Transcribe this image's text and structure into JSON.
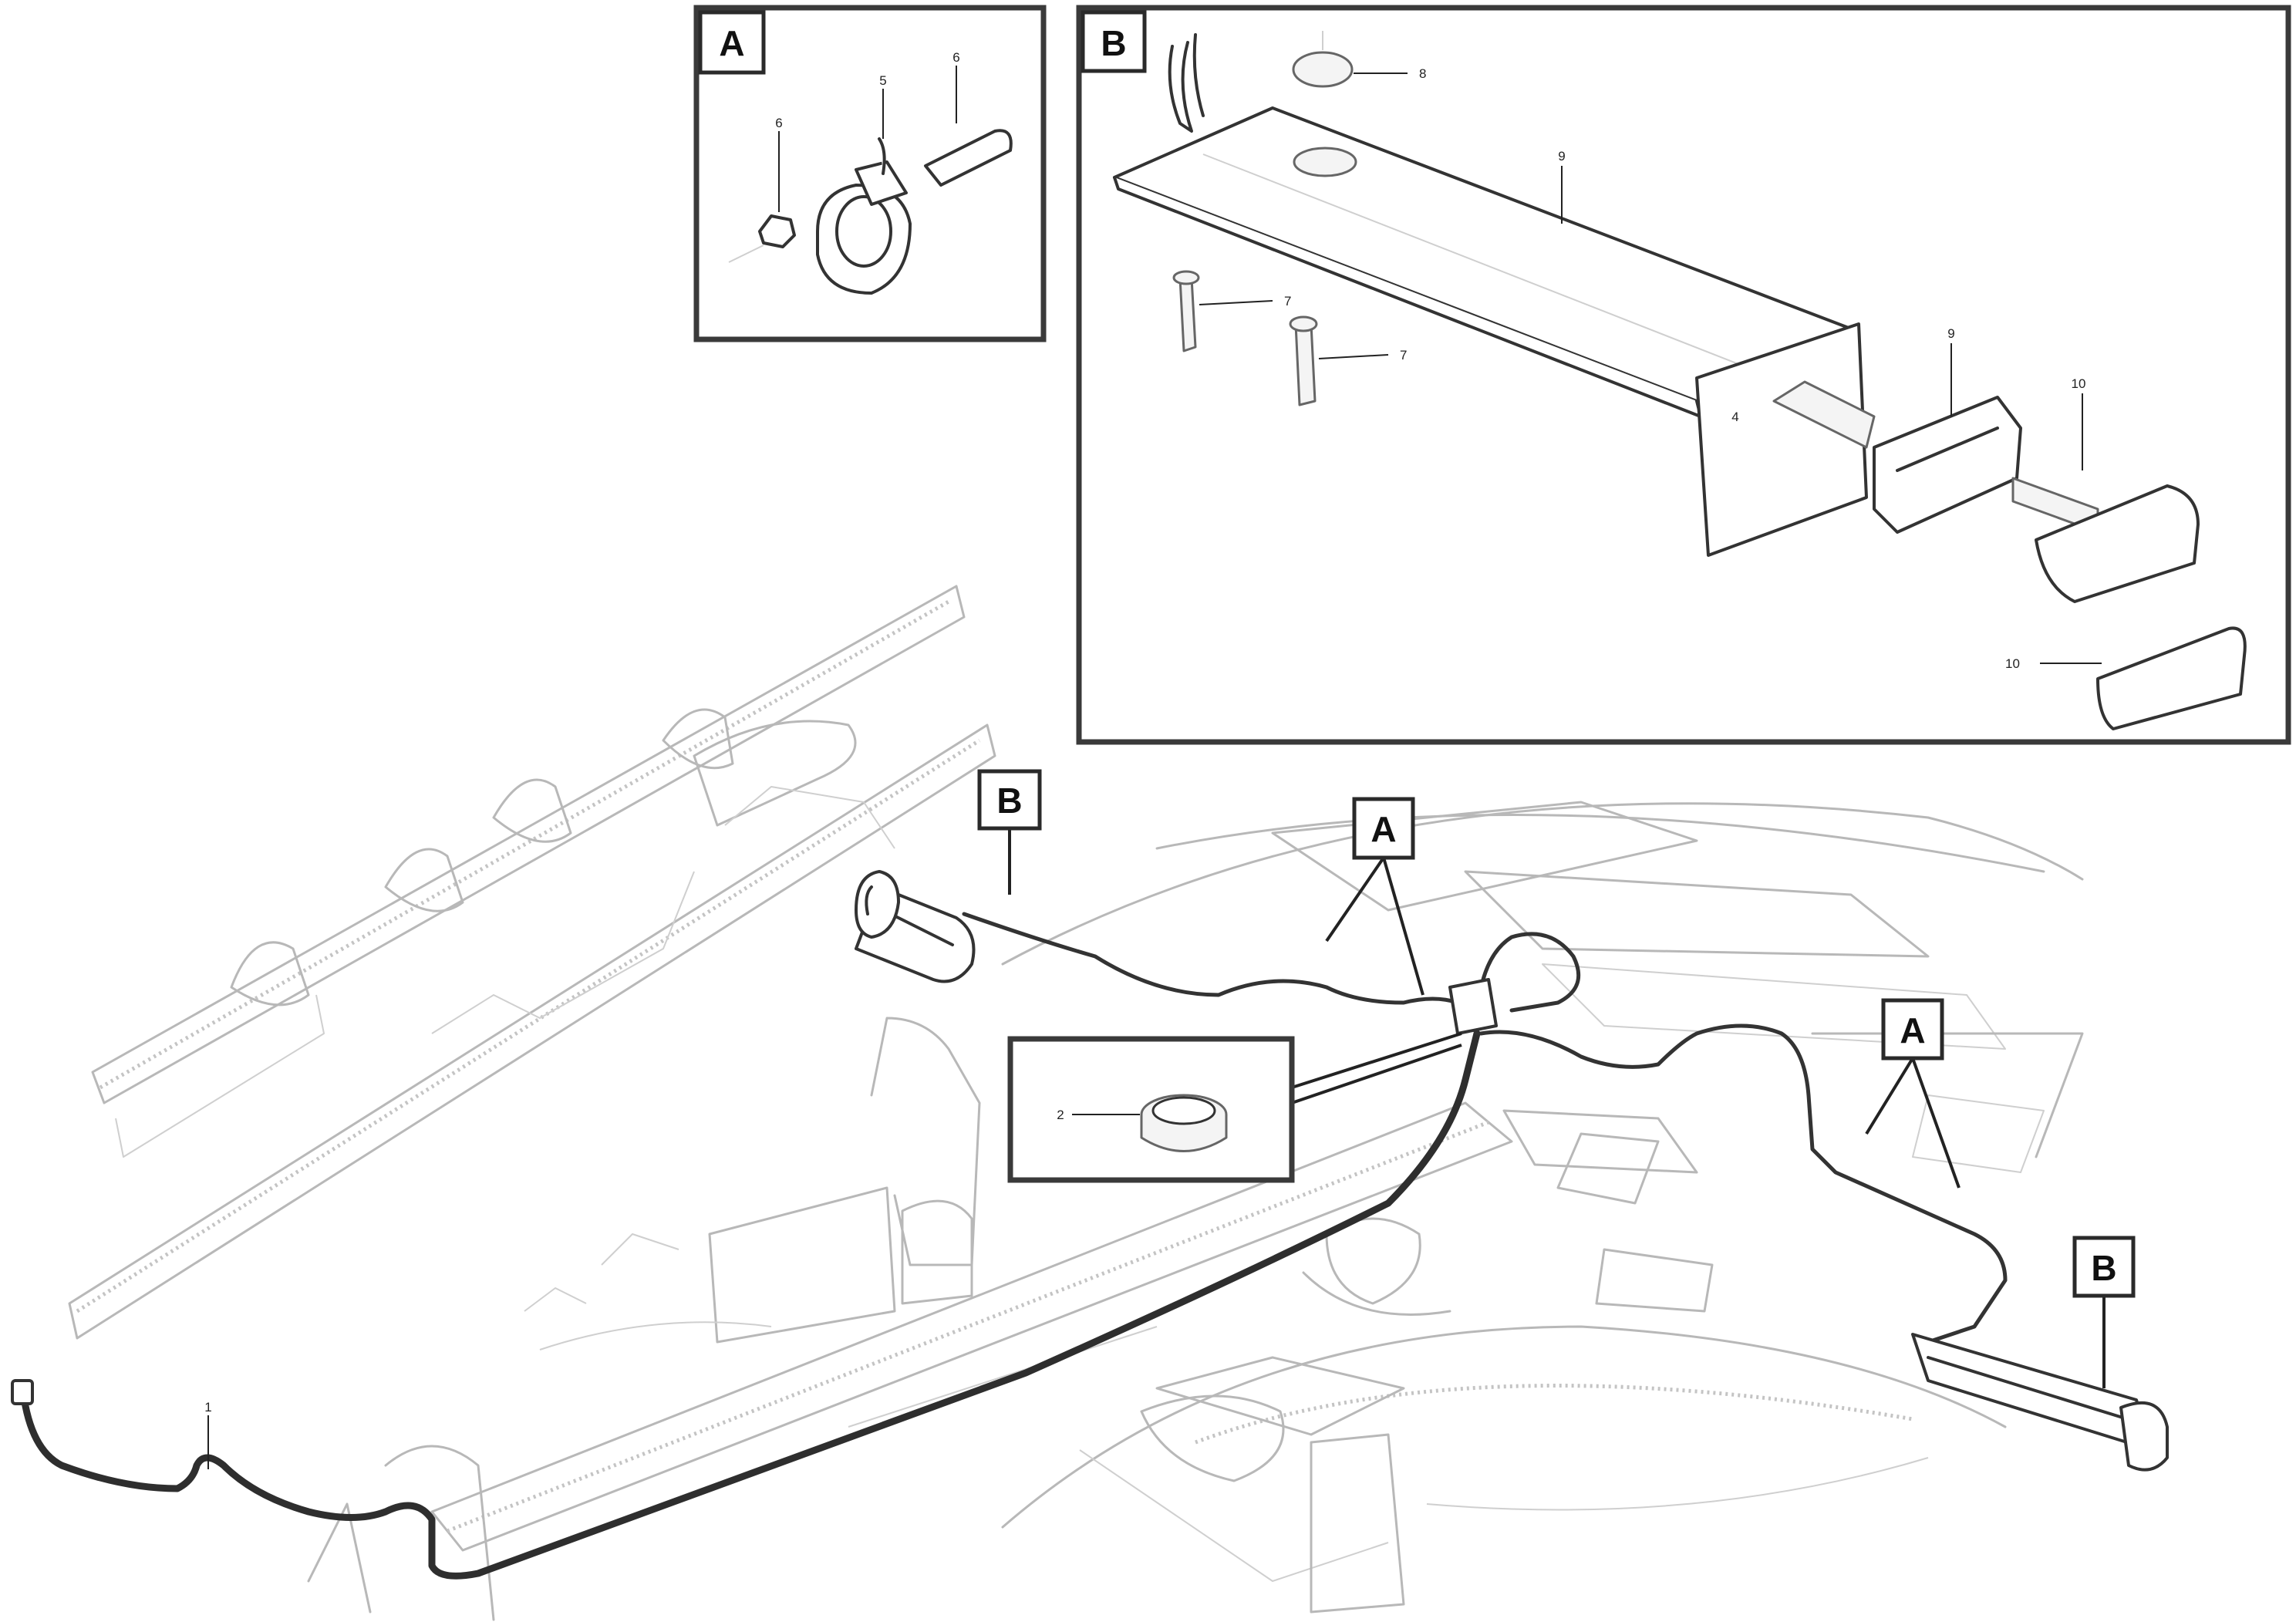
{
  "callouts": {
    "detail_a": "A",
    "detail_b": "B",
    "main_b_top": "B",
    "main_a_top": "A",
    "main_a_right": "A",
    "main_b_right": "B"
  },
  "part_numbers": {
    "detail_a_left": "6",
    "detail_a_mid": "5",
    "detail_a_right": "6",
    "detail_b_nut": "8",
    "detail_b_bar": "9",
    "detail_b_screw_upper": "7",
    "detail_b_screw_lower": "7",
    "detail_b_mid": "9",
    "detail_b_lamp_upper": "10",
    "detail_b_lens": "10",
    "detail_b_plate": "4",
    "inset_grommet": "2",
    "harness_main": "1"
  },
  "drawing_code": {
    "line1": "",
    "line2": "",
    "number": ""
  },
  "colors": {
    "line_dark": "#333333",
    "line_ghost": "#b8b8b8",
    "frame": "#3a3a3a",
    "background": "#ffffff"
  },
  "icons": {
    "tag": "letter-tag-box",
    "grommet": "grommet-icon",
    "lamp": "marker-lamp-icon"
  }
}
